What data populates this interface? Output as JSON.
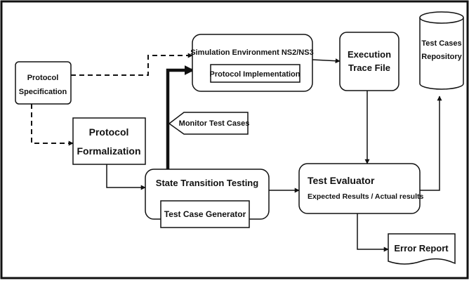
{
  "colors": {
    "stroke": "#111111",
    "background": "#ffffff"
  },
  "diagram": {
    "nodes": {
      "protocol_spec": {
        "line1": "Protocol",
        "line2": "Specification"
      },
      "protocol_formalization": {
        "line1": "Protocol",
        "line2": "Formalization"
      },
      "simulation_env": {
        "label": "Simulation Environment NS2/NS3"
      },
      "protocol_impl": {
        "label": "Protocol Implementation"
      },
      "execution_trace": {
        "line1": "Execution",
        "line2": "Trace File"
      },
      "test_repository": {
        "line1": "Test Cases",
        "line2": "Repository"
      },
      "monitor_test_cases": {
        "label": "Monitor Test Cases"
      },
      "state_transition": {
        "label": "State Transition Testing"
      },
      "test_case_generator": {
        "label": "Test Case Generator"
      },
      "test_evaluator": {
        "title": "Test Evaluator",
        "subtitle": "Expected Results / Actual results"
      },
      "error_report": {
        "label": "Error Report"
      }
    }
  }
}
